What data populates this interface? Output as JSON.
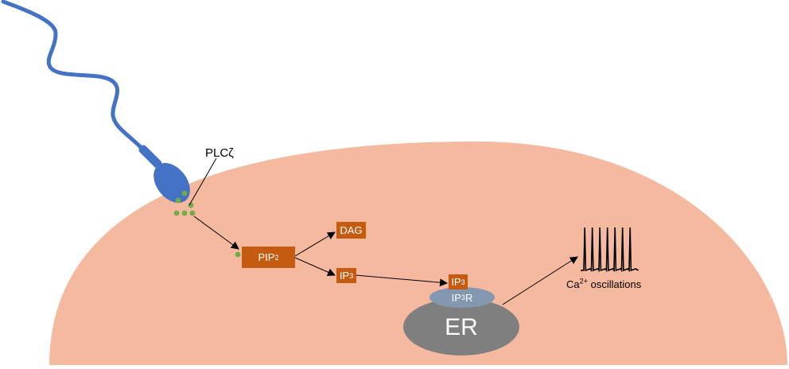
{
  "colors": {
    "cell": "#F5B9A0",
    "sperm": "#4472C4",
    "plc_dots": "#70AD47",
    "boxes": "#C55A11",
    "ip3r": "#8497B0",
    "er": "#7F7F7F",
    "arrows": "#000000",
    "trace": "#000000"
  },
  "labels": {
    "plc": "PLCζ",
    "pip2": {
      "base": "PIP",
      "sub": "2"
    },
    "dag": "DAG",
    "ip3_cyto": {
      "base": "IP",
      "sub": "3"
    },
    "ip3_bound": {
      "base": "IP",
      "sub": "3"
    },
    "ip3r": {
      "base": "IP",
      "sub": "3",
      "tail": "R"
    },
    "er": "ER",
    "ca": {
      "base": "Ca",
      "sup": "2+",
      "tail": " oscillations"
    }
  },
  "oscillation_peak_count": 7
}
